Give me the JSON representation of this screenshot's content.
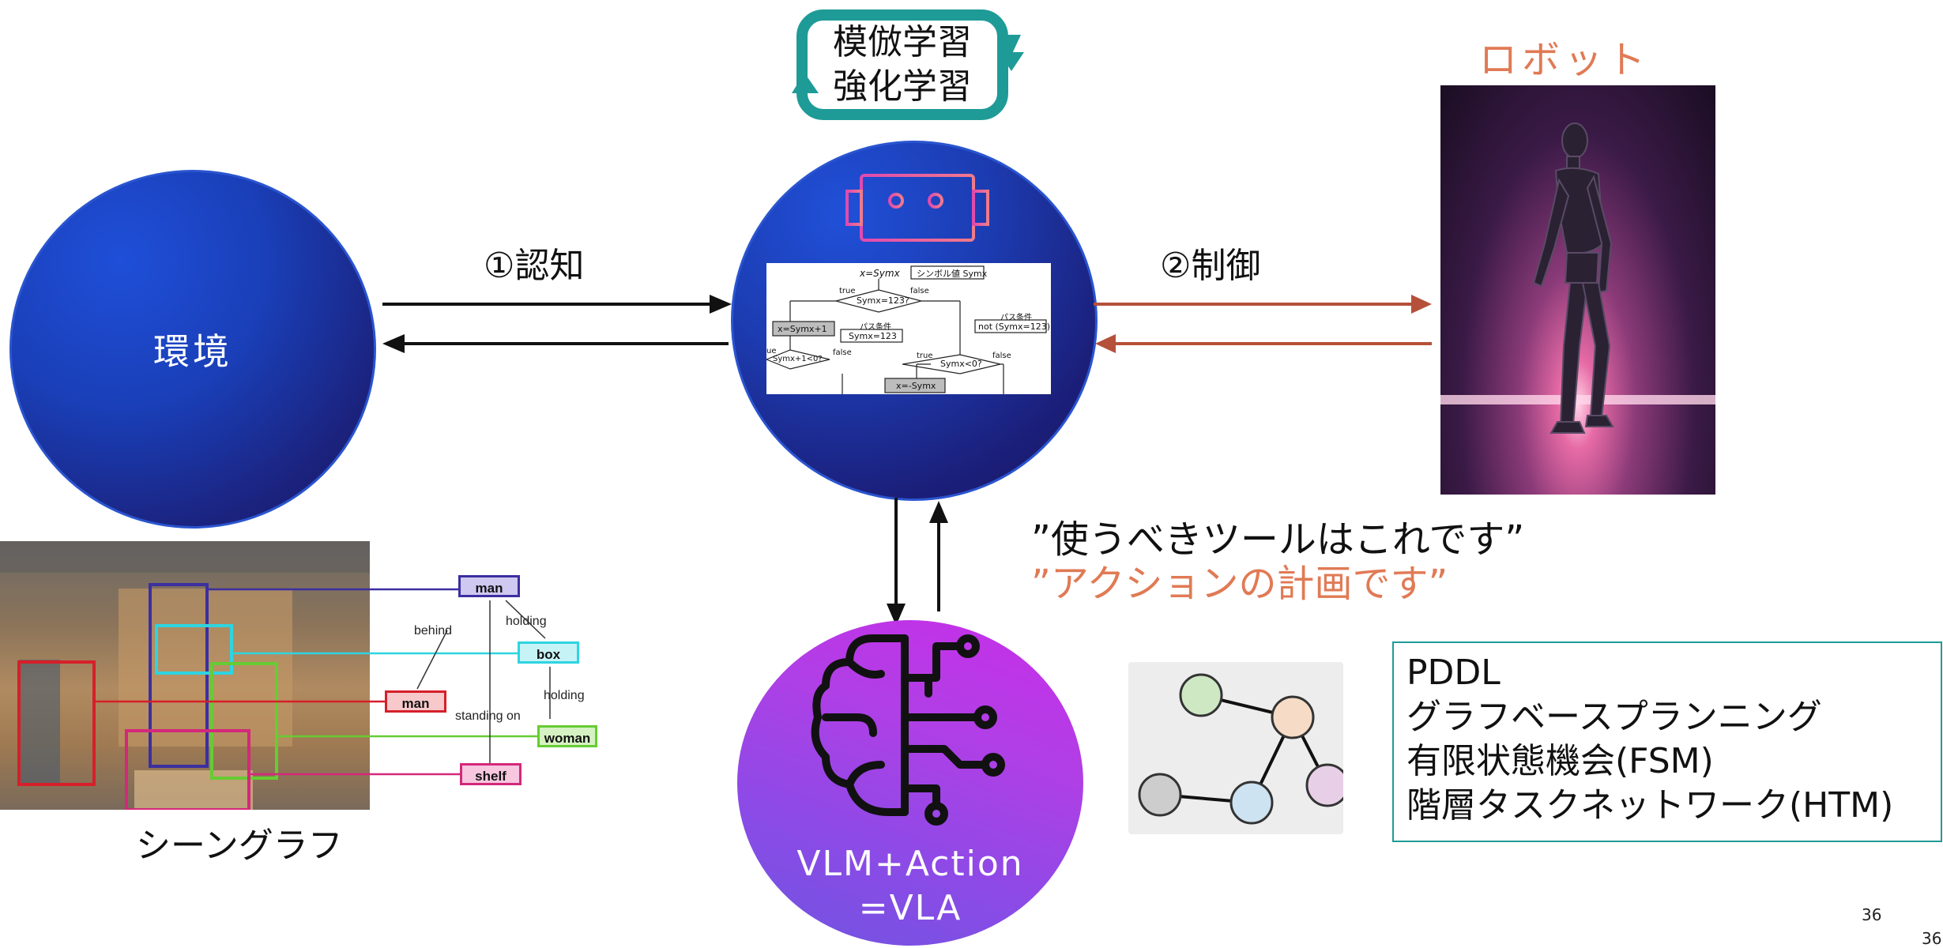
{
  "environment": {
    "label": "環境"
  },
  "learning": {
    "line1": "模倣学習",
    "line2": "強化学習"
  },
  "perception": {
    "label": "①認知"
  },
  "control": {
    "label": "②制御"
  },
  "robot": {
    "title": "ロボット"
  },
  "quotes": {
    "tool": "”使うべきツールはこれです”",
    "action": "”アクションの計画です”"
  },
  "vla": {
    "line1": "VLM+Action",
    "line2": "=VLA"
  },
  "scene_graph": {
    "caption": "シーングラフ",
    "nodes": {
      "man_top": "man",
      "box": "box",
      "man_left": "man",
      "woman": "woman",
      "shelf": "shelf"
    },
    "edges": {
      "behind": "behind",
      "holding1": "holding",
      "holding2": "holding",
      "standing_on": "standing on"
    }
  },
  "planning": {
    "items": [
      "PDDL",
      "グラフベースプランニング",
      "有限状態機会(FSM)",
      "階層タスクネットワーク(HTM)"
    ]
  },
  "flowchart": {
    "top": "x=Symx",
    "symbol": "シンボル値 Symx",
    "cond1": "Symx=123?",
    "true1": "true",
    "false1": "false",
    "assign1": "x=Symx+1",
    "path_cond": "パス条件",
    "eq": "Symx=123",
    "path_cond2": "パス条件",
    "neq": "not (Symx=123)",
    "cond2": "Symx+1<0?",
    "true2": "true",
    "false2": "false",
    "true3": "true",
    "false3": "false",
    "cond3": "Symx<0?",
    "assign2": "x=-Symx",
    "ue": "ue"
  },
  "page_number": {
    "inner": "36",
    "outer": "36"
  },
  "colors": {
    "teal": "#1e9b97",
    "orange": "#e07a55",
    "arrow_red": "#b5503a",
    "circle_blue": "#1c3bb0",
    "vla_purple": "#b03fe6"
  },
  "icons": [
    "robot-head-icon",
    "brain-circuit-icon",
    "node-graph-icon"
  ]
}
